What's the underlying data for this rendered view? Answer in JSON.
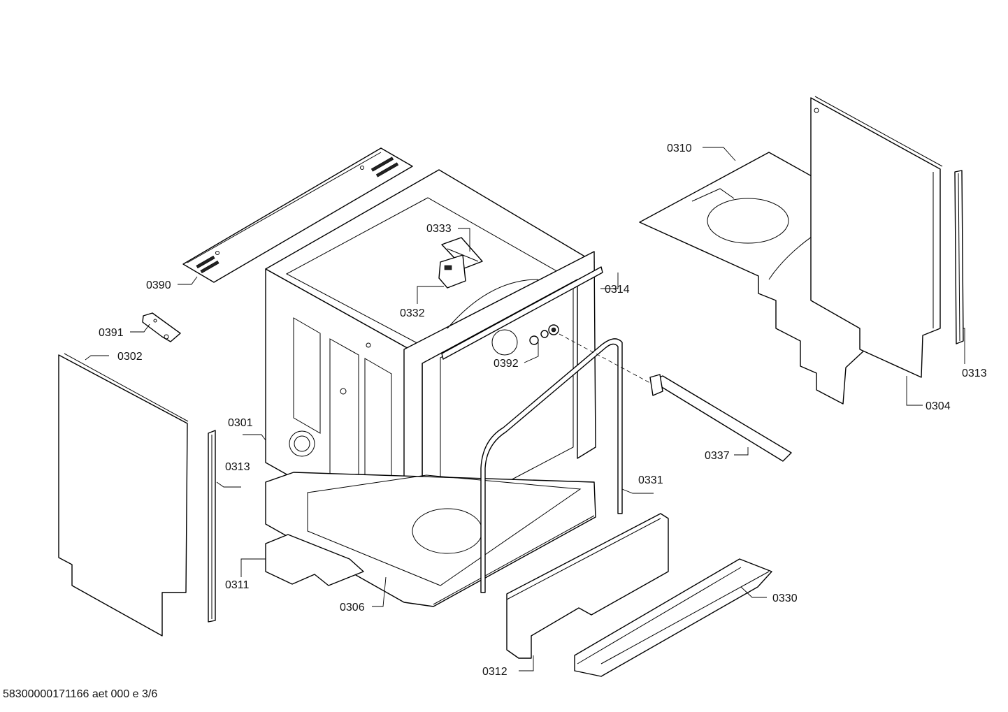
{
  "labels": {
    "p0310": "0310",
    "p0333": "0333",
    "p0390": "0390",
    "p0314": "0314",
    "p0332": "0332",
    "p0391": "0391",
    "p0302": "0302",
    "p0392": "0392",
    "p0313_right": "0313",
    "p0304": "0304",
    "p0301": "0301",
    "p0337": "0337",
    "p0313_left": "0313",
    "p0331": "0331",
    "p0311": "0311",
    "p0306": "0306",
    "p0330": "0330",
    "p0312": "0312"
  },
  "footer": {
    "doc_id": "58300000171166 aet 000 e 3/6"
  }
}
